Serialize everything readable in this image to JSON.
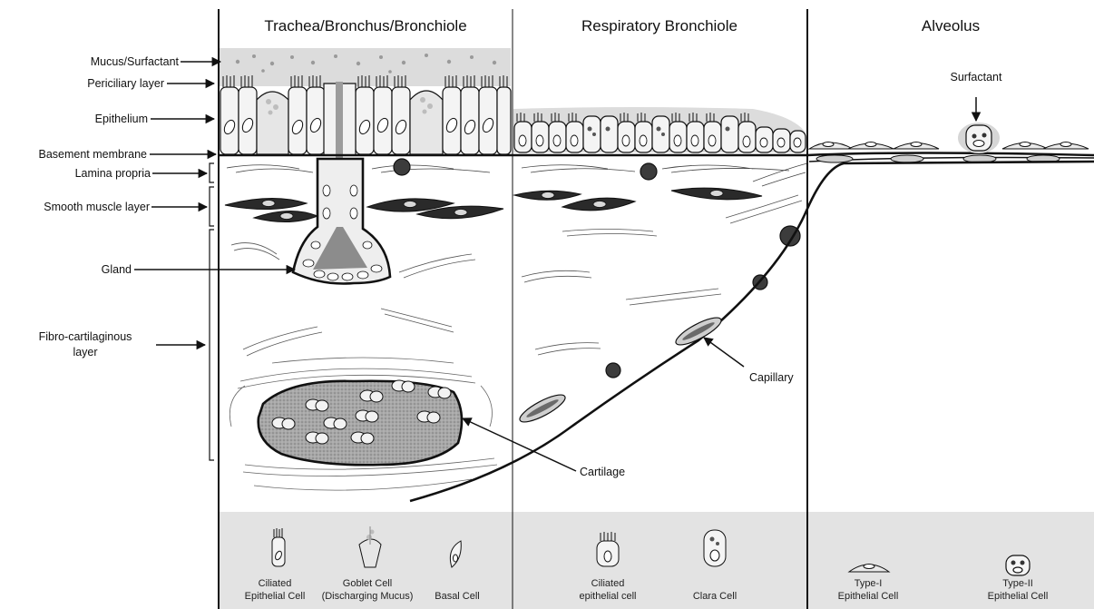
{
  "panels": {
    "trachea": "Trachea/Bronchus/Bronchiole",
    "respiratory": "Respiratory Bronchiole",
    "alveolus": "Alveolus"
  },
  "layers": {
    "mucus": "Mucus/Surfactant",
    "periciliary": "Periciliary layer",
    "epithelium": "Epithelium",
    "basement": "Basement membrane",
    "lamina": "Lamina propria",
    "smooth_muscle": "Smooth muscle layer",
    "gland": "Gland",
    "fibro_1": "Fibro-cartilaginous",
    "fibro_2": "layer"
  },
  "annotations": {
    "surfactant": "Surfactant",
    "capillary": "Capillary",
    "cartilage": "Cartilage"
  },
  "legend": {
    "ciliated_1": "Ciliated",
    "ciliated_2": "Epithelial Cell",
    "goblet_1": "Goblet Cell",
    "goblet_2": "(Discharging Mucus)",
    "basal": "Basal Cell",
    "ciliated_resp_1": "Ciliated",
    "ciliated_resp_2": "epithelial cell",
    "clara": "Clara Cell",
    "type1_1": "Type-I",
    "type1_2": "Epithelial Cell",
    "type2_1": "Type-II",
    "type2_2": "Epithelial Cell"
  },
  "colors": {
    "line": "#111111",
    "mucus": "#dcdcdc",
    "muscle": "#2a2a2a",
    "cartilage": "#a9a9a9",
    "legend_bg": "#e3e3e3"
  }
}
